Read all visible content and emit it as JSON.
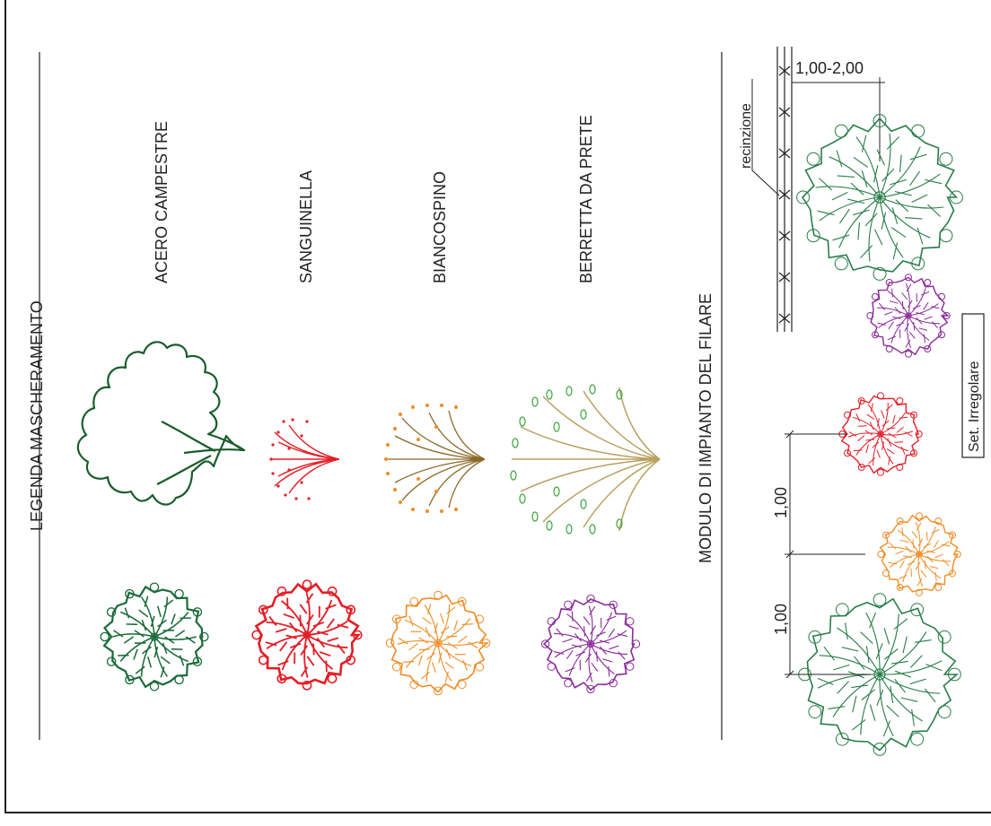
{
  "legend": {
    "title": "LEGENDA MASCHERAMENTO",
    "species": [
      {
        "name": "ACERO CAMPESTRE",
        "color": "#1b6b3a"
      },
      {
        "name": "SANGUINELLA",
        "color": "#e41e26"
      },
      {
        "name": "BIANCOSPINO",
        "color": "#f08c24"
      },
      {
        "name": "BERRETTA DA PRETE",
        "color": "#8a2b98"
      }
    ]
  },
  "module": {
    "title": "MODULO DI IMPIANTO DEL FILARE",
    "fence_label": "recinzione",
    "fence_distance": "1,00-2,00",
    "spacing_1": "1,00",
    "spacing_2": "1,00",
    "set_label": "Set. Irregolare"
  },
  "colors": {
    "acero_elevation": "#1a5c2a",
    "sanguinella_elevation": "#e41e26",
    "biancospino_elevation": "#8a6a2a",
    "berretta_elevation": "#b8a060",
    "berretta_leaves": "#3aa43a"
  }
}
